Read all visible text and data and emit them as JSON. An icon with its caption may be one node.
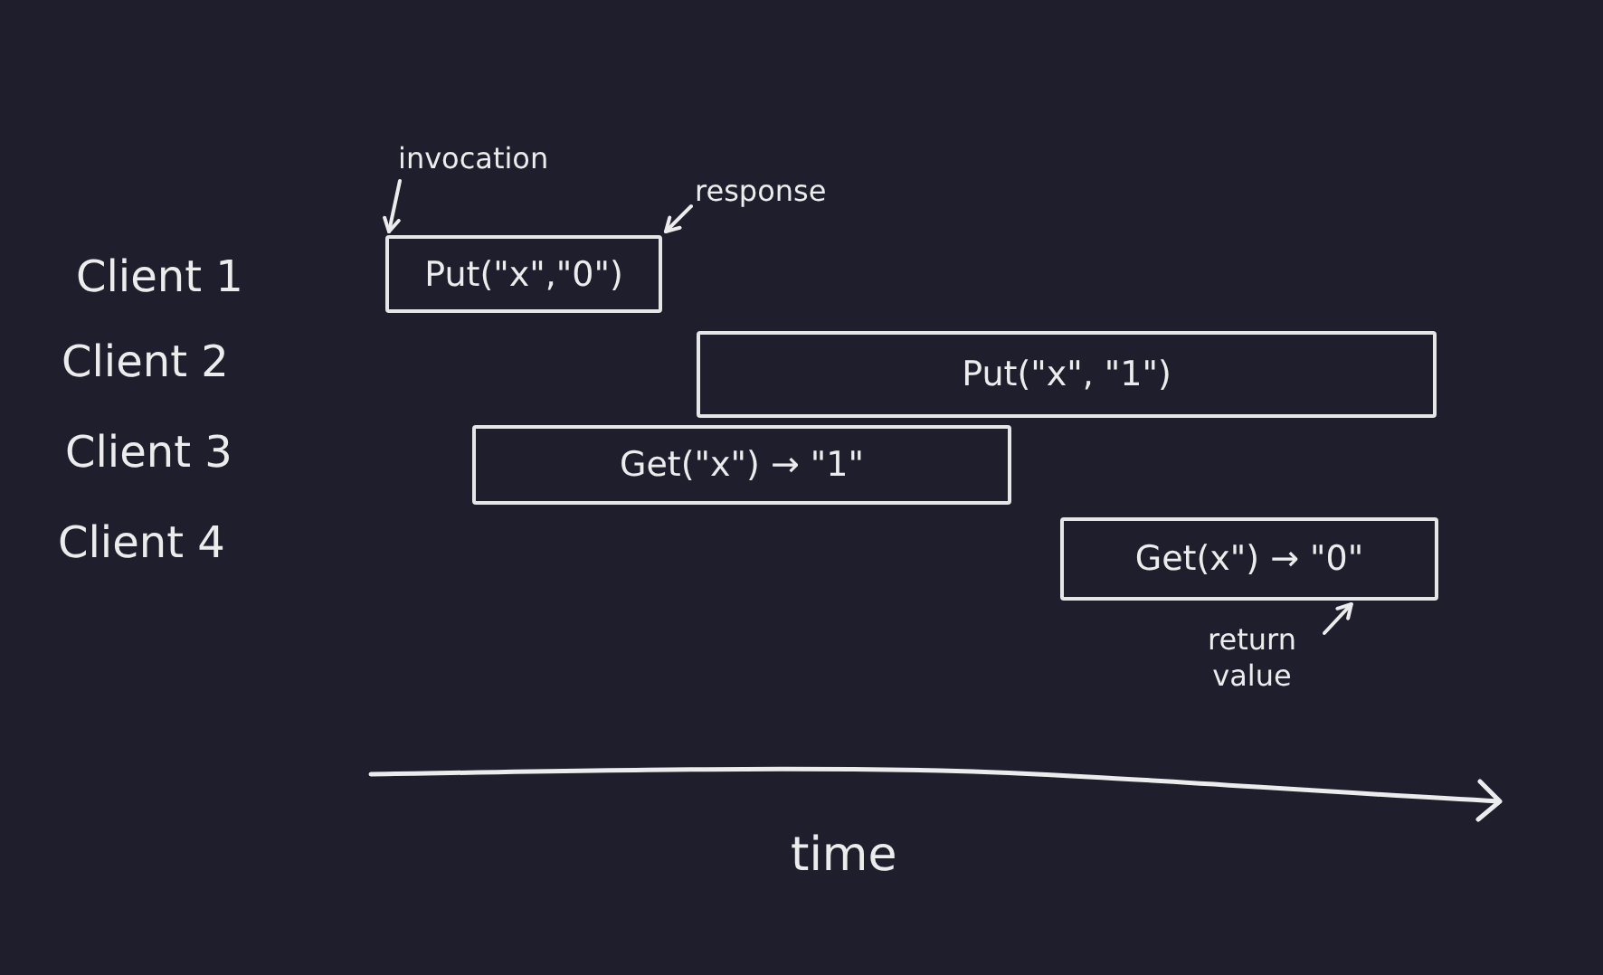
{
  "diagram": {
    "nodes": [
      {
        "text": [
          "invocation"
        ]
      },
      {
        "text": [
          "response"
        ]
      },
      {
        "text": [
          "Put(\"x\",\"0\")"
        ]
      },
      {
        "text": [
          "Put(\"x\", \"1\")"
        ]
      },
      {
        "text": [
          "Get(\"x\") → \"1\""
        ]
      },
      {
        "text": [
          "Get(x\") → \"0\""
        ]
      },
      {
        "text": [
          "return value"
        ]
      }
    ],
    "edges": [
      {
        "from": 0,
        "to": 2,
        "arrow": "to"
      },
      {
        "from": 1,
        "to": 2,
        "arrow": "to"
      },
      {
        "from": 6,
        "to": 5,
        "arrow": "to"
      }
    ],
    "labels": [
      "Client 1",
      "Client 2",
      "Client 3",
      "Client 4",
      "time"
    ]
  }
}
